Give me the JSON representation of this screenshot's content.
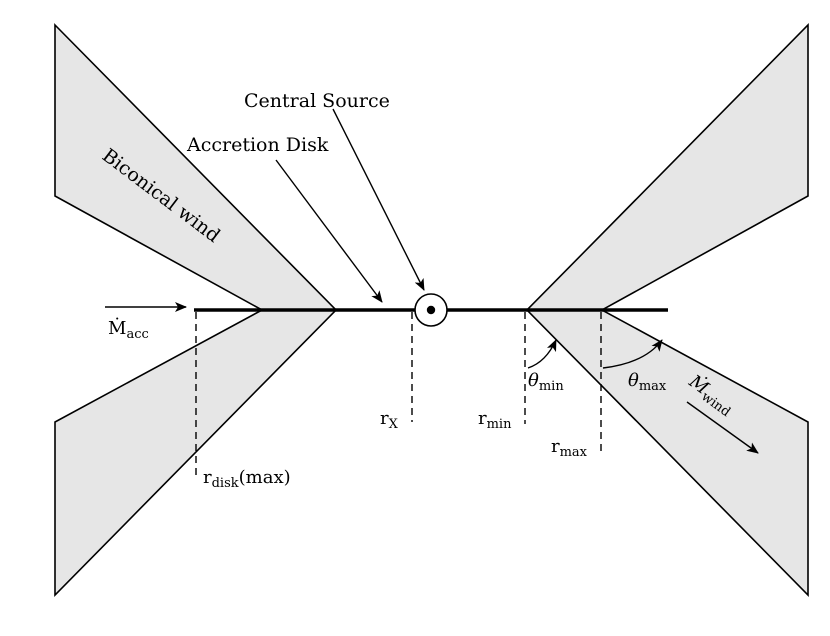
{
  "labels": {
    "central_source": "Central Source",
    "accretion_disk": "Accretion Disk",
    "biconical_wind": "Biconical wind",
    "m_acc": {
      "base": "Ṁ",
      "sub": "acc"
    },
    "m_wind": {
      "base": "Ṁ",
      "sub": "wind"
    },
    "r_x": {
      "base": "r",
      "sub": "X"
    },
    "r_min": {
      "base": "r",
      "sub": "min"
    },
    "r_max": {
      "base": "r",
      "sub": "max"
    },
    "r_disk_max": {
      "base": "r",
      "sub": "disk",
      "suffix": "(max)"
    },
    "theta_min": {
      "base": "θ",
      "sub": "min"
    },
    "theta_max": {
      "base": "θ",
      "sub": "max"
    }
  },
  "colors": {
    "wind_fill": "#e6e6e6",
    "line": "#000000",
    "background": "#ffffff"
  }
}
